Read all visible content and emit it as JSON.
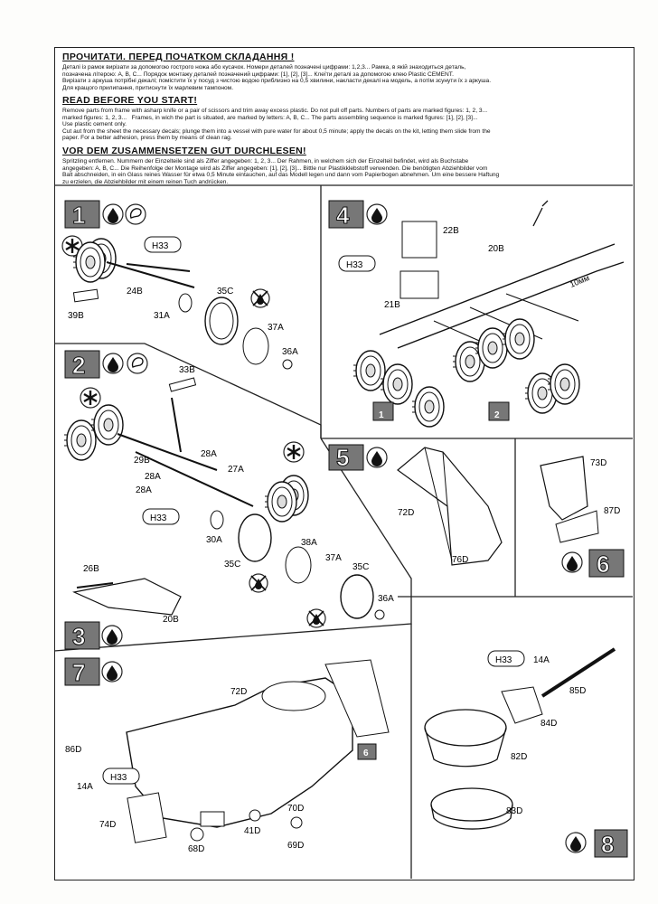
{
  "instructions": {
    "ua_title": "ПРОЧИТАТИ. ПЕРЕД ПОЧАТКОМ СКЛАДАННЯ !",
    "ua_text": "Деталі із рамок вирізати за допомогою гострого ножа або кусачок. Номери деталей позначені цифрами: 1,2,3... Рамка, в якій знаходиться деталь,\nпозначена літерою: A, B, C... Порядок монтажу деталей позначений цифрами: [1], [2], [3]... Клеїти деталі за допомогою клею Plastic CEMENT.\nВирізати з аркуша потрібні декалі; помістити їх у посуд з чистою водою приблизно на 0,5 хвилини, накласти декалі на модель, а потім зсунути їх з аркуша.\nДля кращого прилипання, притиснути їх марлевим тампоном.",
    "en_title": "READ BEFORE YOU START!",
    "en_text": "Remove parts from frame with asharp knife or a pair of scissors and trim away excess plastic. Do not pull off parts. Numbers of parts are marked figures: 1, 2, 3...\nmarked figures: 1, 2, 3...   Frames, in wich the part is situated, are marked by letters: A, B, C... The parts assembling sequence is marked figures: [1], [2], [3]...\nUse plastic cement only.\nCut aut from the sheet the necessary decals; plunge them into a vessel with pure water for about 0,5 minute; apply the decals on the kit, letting them slide from the\npaper. For a better adhesion, press them by means of clean rag.",
    "de_title": "VOR DEM ZUSAMMENSETZEN GUT DURCHLESEN!",
    "de_text": "Spritzling entfernen. Nummern der Einzelteile sind als Ziffer angegeben: 1, 2, 3... Der Rahmen, in welchem sich der Einzelteil befindet, wird als Buchstabe\nangegeben: A, B, C... Die Reihenfolge der Montage wird als Ziffer angegeben: [1], [2], [3]... Bittle nur Plastikklebstoff verwenden. Die benötigten Abziehbilder vom\nBalt abschneiden, in ein Glass reines Wasser für etwa 0,5 Minute eintauchen, auf das Modell legen und dann vom Papierbogen abnehmen. Um eine bessere Haftung\nzu erzielen, die Abziehbilder mit einem reinen Tuch andrücken."
  },
  "steps": {
    "s1": {
      "num": "1",
      "paint": "H33",
      "parts": [
        "24B",
        "39B",
        "31A",
        "35C",
        "37A",
        "36A"
      ]
    },
    "s2": {
      "num": "2",
      "paint": "H33",
      "parts": [
        "33B",
        "29B",
        "28A",
        "28A",
        "27A",
        "28A",
        "30A",
        "38A",
        "37A",
        "35C",
        "35C",
        "36A"
      ]
    },
    "s3": {
      "num": "3",
      "parts": [
        "26B",
        "20B"
      ]
    },
    "s4": {
      "num": "4",
      "paint": "H33",
      "parts": [
        "22B",
        "21B",
        "20B"
      ],
      "dimension": "10мм",
      "ref1": "1",
      "ref2": "2"
    },
    "s5": {
      "num": "5",
      "parts": [
        "72D",
        "76D"
      ]
    },
    "s6": {
      "num": "6",
      "parts": [
        "73D",
        "87D"
      ]
    },
    "s7": {
      "num": "7",
      "paint": "H33",
      "parts": [
        "72D",
        "86D",
        "14A",
        "74D",
        "68D",
        "41D",
        "70D",
        "69D"
      ],
      "ref": "6"
    },
    "s8": {
      "num": "8",
      "paint": "H33",
      "parts": [
        "14A",
        "85D",
        "84D",
        "82D",
        "83D"
      ]
    }
  }
}
